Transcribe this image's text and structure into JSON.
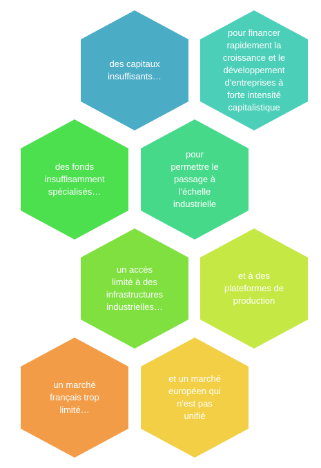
{
  "hexagons": [
    {
      "id": "capitaux",
      "text": "des capitaux\ninsuffisants…",
      "color": "#4bacc6"
    },
    {
      "id": "financer",
      "text": "pour financer\nrapidement la\ncroissance et le\ndéveloppement\nd'entreprises à\nforte intensité\ncapitalistique",
      "color": "#4bcfb8"
    },
    {
      "id": "fonds",
      "text": "des fonds\ninsuffisamment\nspécialisés…",
      "color": "#4ce04f"
    },
    {
      "id": "passage",
      "text": "pour\npermettre le\npassage à\nl'échelle\nindustrielle",
      "color": "#47d98a"
    },
    {
      "id": "infrastructures",
      "text": "un accès\nlimité à des\ninfrastructures\nindustrielles…",
      "color": "#7fe040"
    },
    {
      "id": "plateformes",
      "text": "et à des\nplateformes de\nproduction",
      "color": "#c5e844"
    },
    {
      "id": "marche-francais",
      "text": "un marché\nfrançais trop\nlimité…",
      "color": "#f29c47"
    },
    {
      "id": "marche-europeen",
      "text": "et un marché\neuropéen qui\nn'est pas\nunifié",
      "color": "#f2cf45"
    }
  ]
}
